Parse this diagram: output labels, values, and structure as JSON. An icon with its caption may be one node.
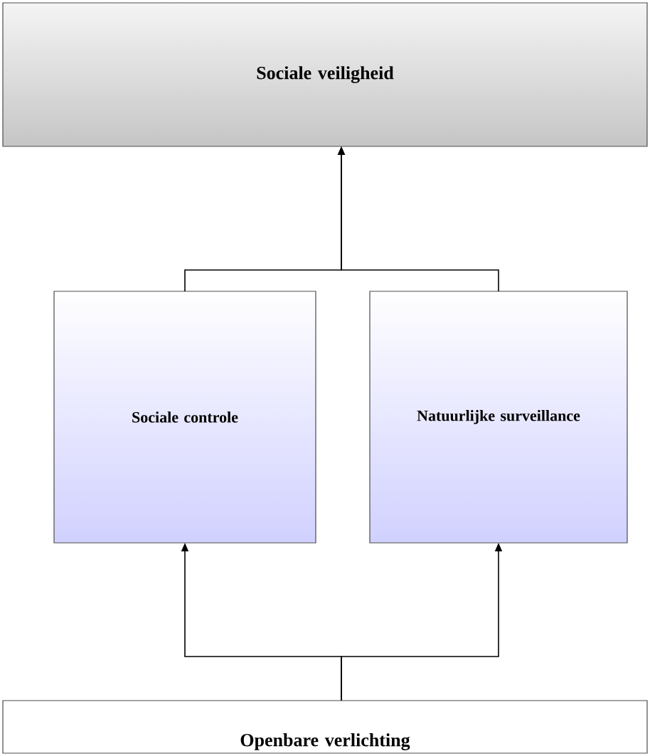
{
  "diagram": {
    "nodes": [
      {
        "text": [
          "Sociale veiligheid"
        ]
      },
      {
        "text": [
          "Sociale controle"
        ]
      },
      {
        "text": [
          "Natuurlijke surveillance"
        ]
      },
      {
        "text": [
          "Openbare verlichting"
        ]
      }
    ],
    "edges": [
      {
        "from": 1,
        "to": 0,
        "arrow": "to"
      },
      {
        "from": 2,
        "to": 0,
        "arrow": "to"
      },
      {
        "from": 3,
        "to": 1,
        "arrow": "to"
      },
      {
        "from": 3,
        "to": 2,
        "arrow": "to"
      }
    ]
  }
}
